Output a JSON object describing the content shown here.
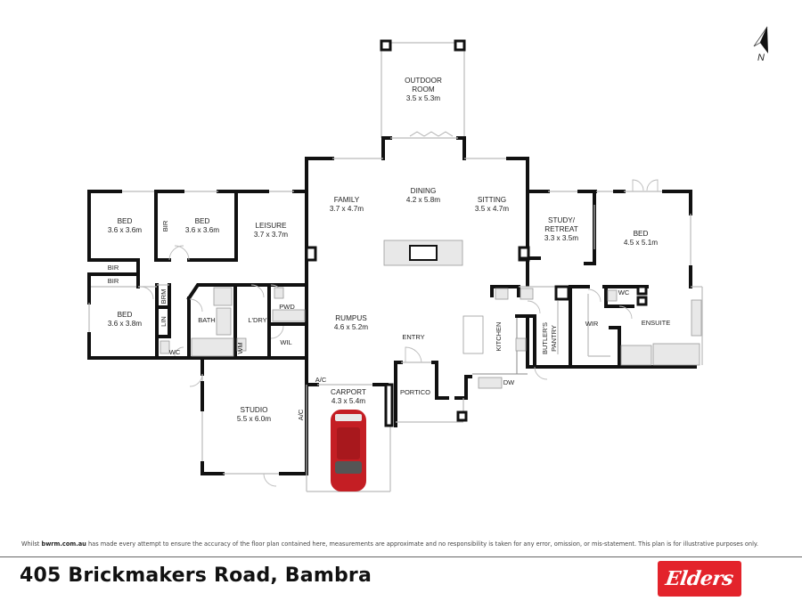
{
  "plan": {
    "rooms": [
      {
        "id": "outdoor-room",
        "name": "OUTDOOR",
        "name2": "ROOM",
        "size": "3.5 x 5.3m"
      },
      {
        "id": "family",
        "name": "FAMILY",
        "size": "3.7 x 4.7m"
      },
      {
        "id": "dining",
        "name": "DINING",
        "size": "4.2 x 5.8m"
      },
      {
        "id": "sitting",
        "name": "SITTING",
        "size": "3.5 x 4.7m"
      },
      {
        "id": "bed-1",
        "name": "BED",
        "size": "3.6 x 3.6m"
      },
      {
        "id": "bed-2",
        "name": "BED",
        "size": "3.6 x 3.6m"
      },
      {
        "id": "leisure",
        "name": "LEISURE",
        "size": "3.7 x 3.7m"
      },
      {
        "id": "study",
        "name": "STUDY/",
        "name2": "RETREAT",
        "size": "3.3 x 3.5m"
      },
      {
        "id": "bed-master",
        "name": "BED",
        "size": "4.5 x 5.1m"
      },
      {
        "id": "bed-3",
        "name": "BED",
        "size": "3.6 x 3.8m"
      },
      {
        "id": "rumpus",
        "name": "RUMPUS",
        "size": "4.6 x 5.2m"
      },
      {
        "id": "studio",
        "name": "STUDIO",
        "size": "5.5 x 6.0m"
      },
      {
        "id": "carport",
        "name": "CARPORT",
        "size": "4.3 x 5.4m"
      }
    ],
    "labels": {
      "bir": "BIR",
      "brm": "BRM",
      "lin": "LIN",
      "bath": "BATH",
      "ldry": "L'DRY",
      "pwd": "PWD",
      "wil": "WIL",
      "wm": "WM",
      "wc": "WC",
      "entry": "ENTRY",
      "portico": "PORTICO",
      "kitchen": "KITCHEN",
      "butlers1": "BUTLER'S",
      "butlers2": "PANTRY",
      "wir": "WIR",
      "ensuite": "ENSUITE",
      "ac": "A/C",
      "dw": "DW"
    },
    "compass": {
      "label": "N"
    }
  },
  "footer": {
    "disclaimer_prefix": "Whilst ",
    "disclaimer_brand": "bwrm.com.au",
    "disclaimer_text": " has made every attempt to ensure the accuracy of the floor plan contained here, measurements are approximate and no responsibility is taken for any error, omission, or mis-statement. This plan is for illustrative purposes only.",
    "address": "405 Brickmakers Road, Bambra",
    "logo_text": "Elders",
    "logo_color": "#e3232b"
  }
}
